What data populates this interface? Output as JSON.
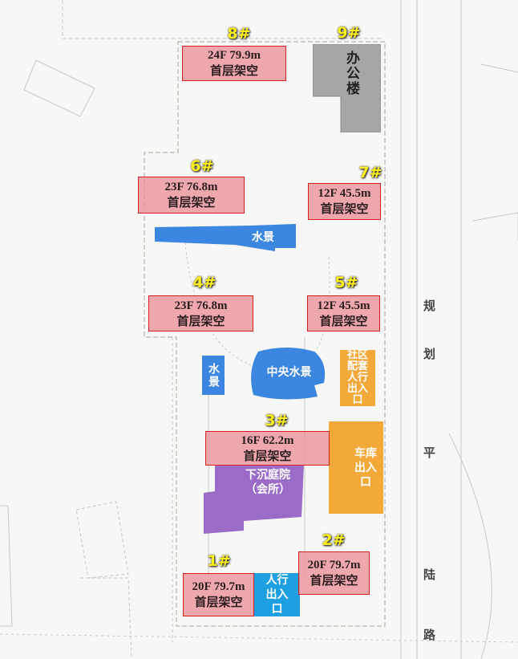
{
  "buildings": [
    {
      "tag": "8#",
      "floors": "24F 79.9m",
      "note": "首层架空"
    },
    {
      "tag": "6#",
      "floors": "23F 76.8m",
      "note": "首层架空"
    },
    {
      "tag": "7#",
      "floors": "12F 45.5m",
      "note": "首层架空"
    },
    {
      "tag": "4#",
      "floors": "23F 76.8m",
      "note": "首层架空"
    },
    {
      "tag": "5#",
      "floors": "12F 45.5m",
      "note": "首层架空"
    },
    {
      "tag": "3#",
      "floors": "16F 62.2m",
      "note": "首层架空"
    },
    {
      "tag": "1#",
      "floors": "20F 79.7m",
      "note": "首层架空"
    },
    {
      "tag": "2#",
      "floors": "20F 79.7m",
      "note": "首层架空"
    }
  ],
  "office": {
    "tag": "9#",
    "label": "办公楼"
  },
  "zones": {
    "water_north": "水景",
    "water_small": "水景",
    "central_water": "中央水景",
    "community_entrance": "社区配套人行出入口",
    "garage_entrance": "车库出入口",
    "sunken_courtyard": "下沉庭院",
    "clubhouse": "（会所）",
    "pedestrian_entrance": "人行出入口"
  },
  "road": [
    "规",
    "划",
    "平",
    "陆",
    "路"
  ],
  "colors": {
    "building": "#ec8c96",
    "water": "#3a86e0",
    "orange": "#f3a83a",
    "purple": "#9a6cc8",
    "office": "#a8a8a8",
    "tag": "#ffef1a"
  }
}
